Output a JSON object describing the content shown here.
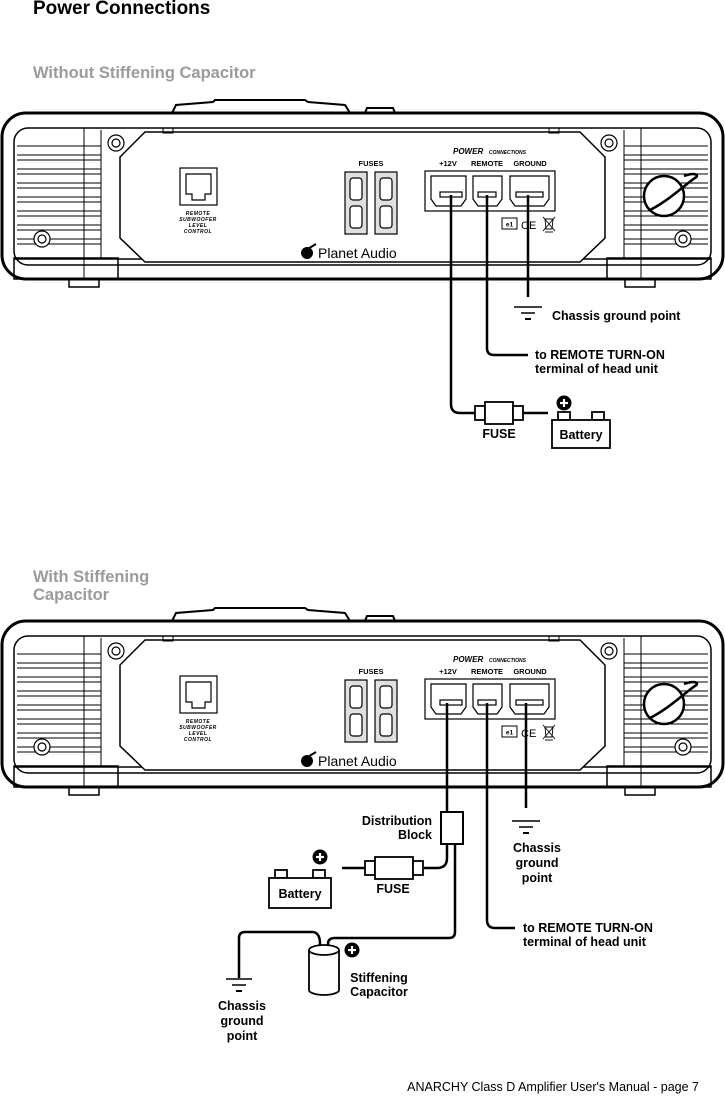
{
  "page": {
    "title": "Power Connections",
    "footer": "ANARCHY Class D Amplifier User's Manual - page 7"
  },
  "amplifier": {
    "brand": "Planet Audio",
    "fuses_label": "FUSES",
    "power_label_main": "POWER",
    "power_label_sub": "CONNECTIONS",
    "terminals": [
      "+12V",
      "REMOTE",
      "GROUND"
    ],
    "remote_control_label": [
      "REMOTE",
      "SUBWOOFER",
      "LEVEL",
      "CONTROL"
    ],
    "cert_mark": "e1",
    "ce_mark": "CE"
  },
  "sections": [
    {
      "title": "Without Stiffening Capacitor",
      "labels": {
        "chassis_ground": "Chassis ground point",
        "remote_line1": "to REMOTE TURN-ON",
        "remote_line2": "terminal of head unit",
        "fuse": "FUSE",
        "battery": "Battery"
      }
    },
    {
      "title": "With Stiffening Capacitor",
      "labels": {
        "distribution_line1": "Distribution",
        "distribution_line2": "Block",
        "chassis_ground_lines": [
          "Chassis",
          "ground",
          "point"
        ],
        "battery": "Battery",
        "fuse": "FUSE",
        "remote_line1": "to REMOTE TURN-ON",
        "remote_line2": "terminal of head unit",
        "capacitor_line1": "Stiffening",
        "capacitor_line2": "Capacitor",
        "cap_ground_lines": [
          "Chassis",
          "ground",
          "point"
        ]
      }
    }
  ],
  "colors": {
    "line": "#000000",
    "section_title": "#9b9b9b",
    "fuse_fill": "#d8d8d8"
  }
}
